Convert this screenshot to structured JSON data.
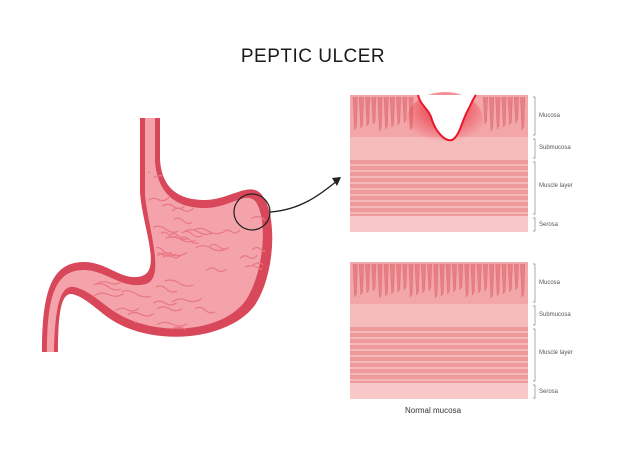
{
  "title": "PEPTIC ULCER",
  "layers": {
    "mucosa": "Mucosa",
    "submucosa": "Submucosa",
    "muscle": "Muscle layer",
    "serosa": "Serosa"
  },
  "normal_caption": "Normal mucosa",
  "colors": {
    "stomach_outline": "#d8475a",
    "stomach_fill": "#f4a3aa",
    "mucosa": "#f3a6a8",
    "submucosa": "#f6bcbc",
    "muscle": "#ee9a9a",
    "ulcer": "#e8192c"
  }
}
